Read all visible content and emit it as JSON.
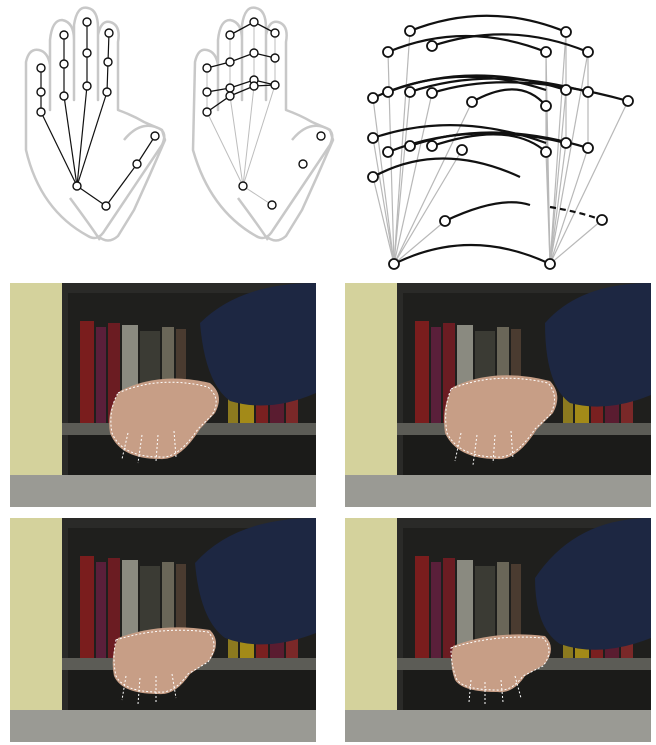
{
  "figure": {
    "diagrams": [
      {
        "id": "hand-tree",
        "kind": "kinematic tree over hand outline"
      },
      {
        "id": "hand-graph",
        "kind": "graph over hand outline"
      },
      {
        "id": "temporal-graph",
        "kind": "multi-frame graph"
      }
    ],
    "photos": [
      {
        "id": "frame-1",
        "colors": {
          "wall": "#c9c78a",
          "shelf": "#3a3a36",
          "sleeve": "#1d2742"
        }
      },
      {
        "id": "frame-2",
        "colors": {
          "wall": "#c9c78a",
          "shelf": "#3a3a36",
          "sleeve": "#1d2742"
        }
      },
      {
        "id": "frame-3",
        "colors": {
          "wall": "#c9c78a",
          "shelf": "#3a3a36",
          "sleeve": "#1d2742"
        }
      },
      {
        "id": "frame-4",
        "colors": {
          "wall": "#c9c78a",
          "shelf": "#3a3a36",
          "sleeve": "#1d2742"
        }
      }
    ]
  }
}
